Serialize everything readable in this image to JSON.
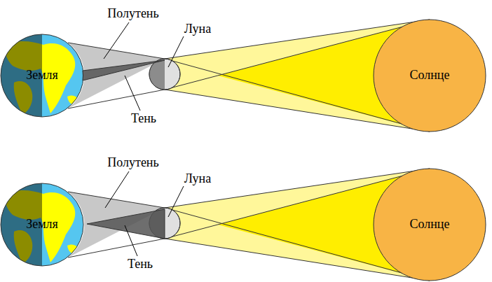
{
  "diagram": {
    "nodes": [
      {
        "text": [
          "Земля"
        ]
      },
      {
        "text": [
          "Солнце"
        ]
      },
      {
        "text": [
          "Земля"
        ]
      },
      {
        "text": [
          "Солнце"
        ]
      }
    ],
    "labels": [
      "Полутень",
      "Луна",
      "Тень",
      "Полутень",
      "Луна",
      "Тень"
    ]
  }
}
